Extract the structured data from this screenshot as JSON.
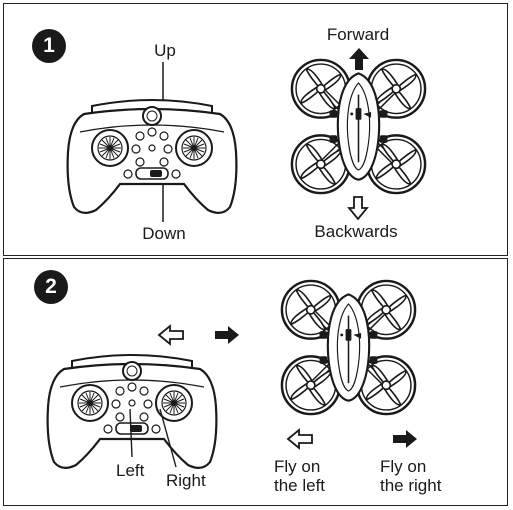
{
  "panel1": {
    "step": "1",
    "up_label": "Up",
    "down_label": "Down",
    "forward_label": "Forward",
    "backwards_label": "Backwards"
  },
  "panel2": {
    "step": "2",
    "left_label": "Left",
    "right_label": "Right",
    "fly_left_label_1": "Fly on",
    "fly_left_label_2": "the left",
    "fly_right_label_1": "Fly on",
    "fly_right_label_2": "the right"
  },
  "colors": {
    "ink": "#1a1a1a",
    "paper": "#ffffff",
    "accent_fill": "#f2f2f2"
  },
  "icons": [
    "remote-controller-icon",
    "drone-icon",
    "arrow-up-icon",
    "arrow-down-icon",
    "arrow-left-icon",
    "arrow-right-icon"
  ]
}
